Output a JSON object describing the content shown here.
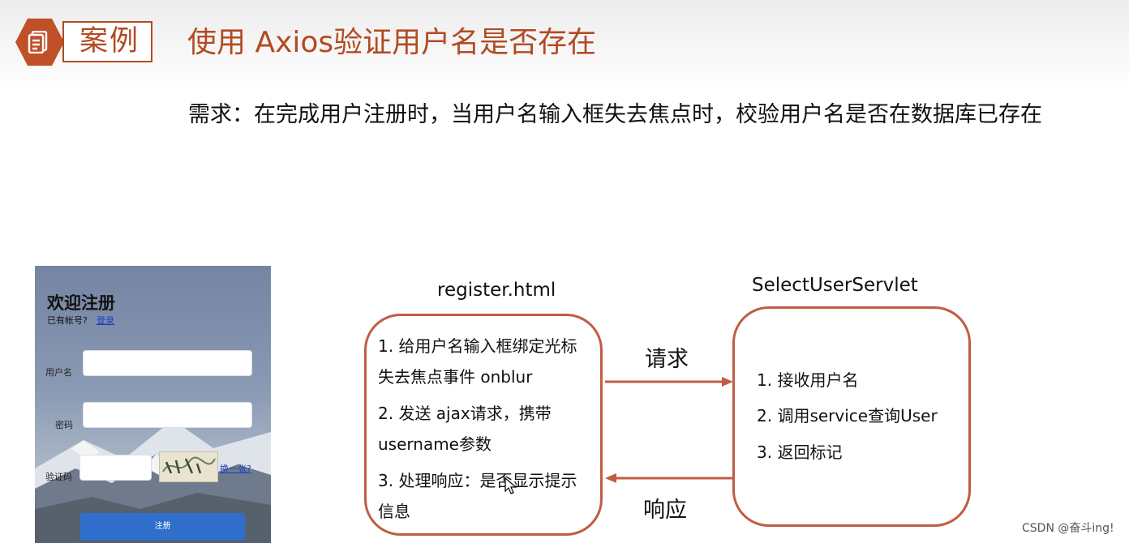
{
  "header": {
    "badge_label": "案例",
    "title": "使用 Axios验证用户名是否存在"
  },
  "requirement": "需求：在完成用户注册时，当用户名输入框失去焦点时，校验用户名是否在数据库已存在",
  "register_form": {
    "title": "欢迎注册",
    "has_account": "已有帐号?",
    "login_link": "登录",
    "username_label": "用户名",
    "password_label": "密码",
    "captcha_label": "验证码",
    "change_captcha": "换一张?",
    "submit_label": "注册"
  },
  "diagram": {
    "client": {
      "title": "register.html",
      "steps": [
        "1. 给用户名输入框绑定光标",
        "失去焦点事件 onblur",
        "2. 发送 ajax请求，携带",
        "username参数",
        "3. 处理响应：是否显示提示",
        "信息"
      ]
    },
    "server": {
      "title": "SelectUserServlet",
      "steps": [
        "1. 接收用户名",
        "2. 调用service查询User",
        "3. 返回标记"
      ]
    },
    "request_label": "请求",
    "response_label": "响应",
    "arrow_color": "#c05d42"
  },
  "watermark": "CSDN @奋斗ing!"
}
